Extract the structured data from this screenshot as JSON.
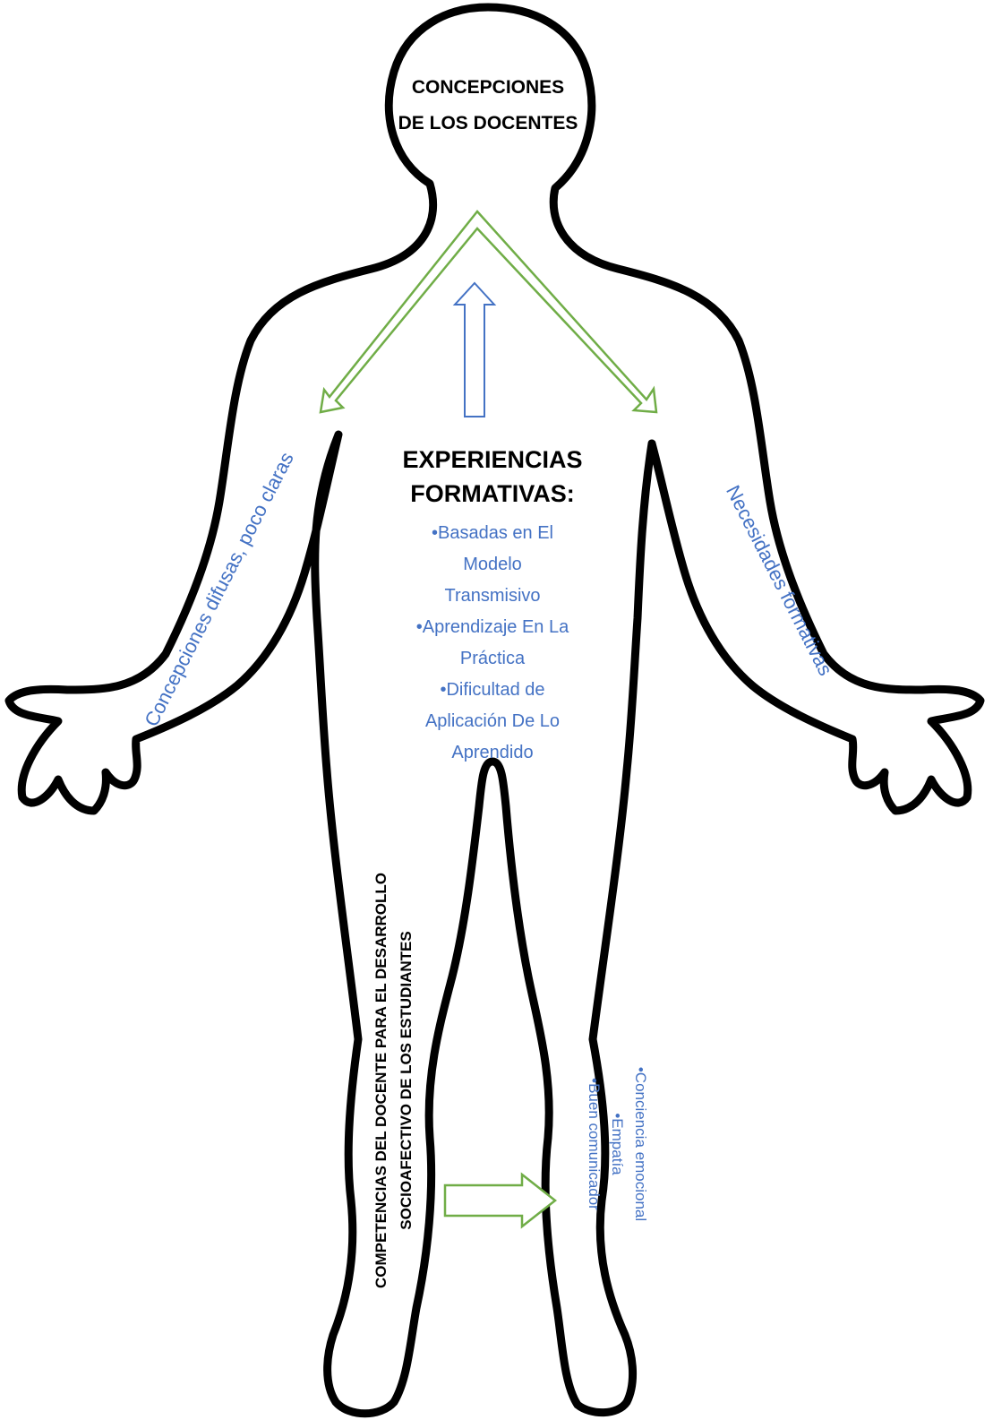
{
  "head": {
    "title_line1": "CONCEPCIONES",
    "title_line2": "DE LOS DOCENTES"
  },
  "torso": {
    "title_line1": "EXPERIENCIAS",
    "title_line2": "FORMATIVAS:",
    "items": [
      "•Basadas en El",
      "Modelo",
      "Transmisivo",
      "•Aprendizaje En La",
      "Práctica",
      "•Dificultad de",
      "Aplicación De Lo",
      "Aprendido"
    ]
  },
  "left_arm": {
    "label": "Concepciones difusas, poco  claras"
  },
  "right_arm": {
    "label": "Necesidades formativas"
  },
  "legs": {
    "title_line1": "COMPETENCIAS  DEL DOCENTE PARA  EL DESARROLLO",
    "title_line2": "SOCIOAFECTIVO DE LOS ESTUDIANTES",
    "items": [
      "•Conciencia emocional",
      "•Empatía",
      "•Buen comunicador"
    ]
  },
  "colors": {
    "outline": "#000000",
    "text_blue": "#4472c4",
    "arrow_green": "#70ad47",
    "arrow_blue": "#4472c4"
  }
}
